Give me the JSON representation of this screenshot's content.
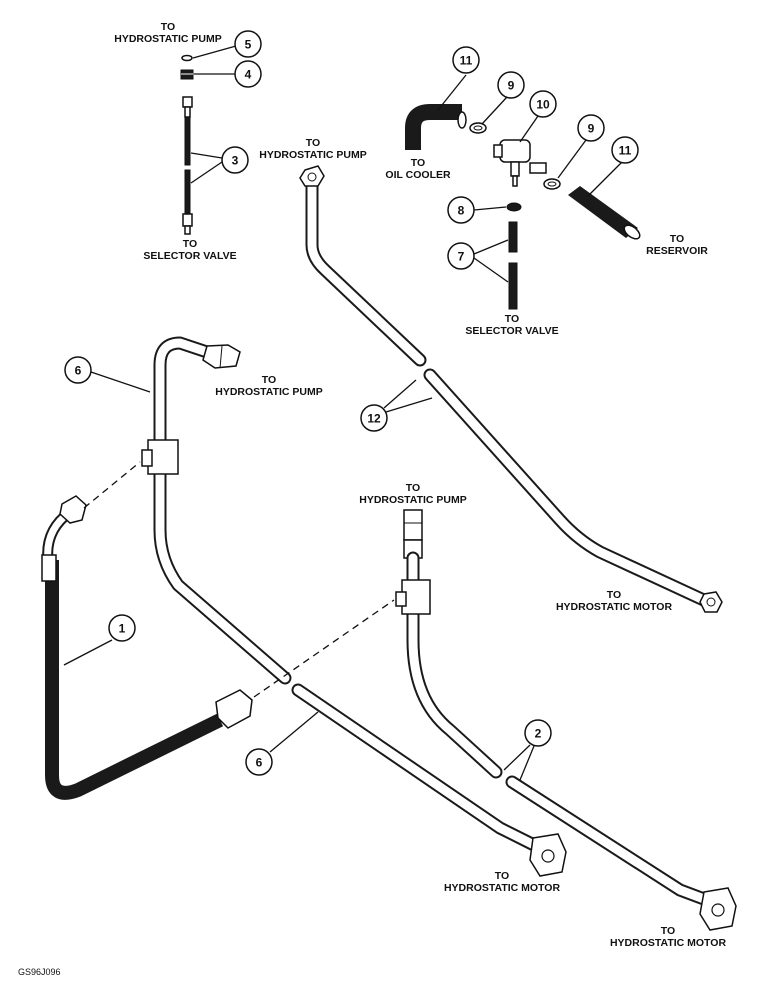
{
  "figure_code": "GS96J096",
  "callouts": [
    "1",
    "2",
    "3",
    "4",
    "5",
    "6",
    "6",
    "7",
    "8",
    "9",
    "9",
    "10",
    "11",
    "11",
    "12"
  ],
  "labels": {
    "pump_top_l1": "TO",
    "pump_top_l2": "HYDROSTATIC PUMP",
    "selector_a_l1": "TO",
    "selector_a_l2": "SELECTOR VALVE",
    "pump_mid_l1": "TO",
    "pump_mid_l2": "HYDROSTATIC PUMP",
    "oil_cooler_l1": "TO",
    "oil_cooler_l2": "OIL COOLER",
    "reservoir_l1": "TO",
    "reservoir_l2": "RESERVOIR",
    "selector_b_l1": "TO",
    "selector_b_l2": "SELECTOR VALVE",
    "pump_left_l1": "TO",
    "pump_left_l2": "HYDROSTATIC PUMP",
    "pump_center_l1": "TO",
    "pump_center_l2": "HYDROSTATIC PUMP",
    "motor_right_l1": "TO",
    "motor_right_l2": "HYDROSTATIC MOTOR",
    "motor_mid_l1": "TO",
    "motor_mid_l2": "HYDROSTATIC MOTOR",
    "motor_bottom_l1": "TO",
    "motor_bottom_l2": "HYDROSTATIC MOTOR"
  }
}
